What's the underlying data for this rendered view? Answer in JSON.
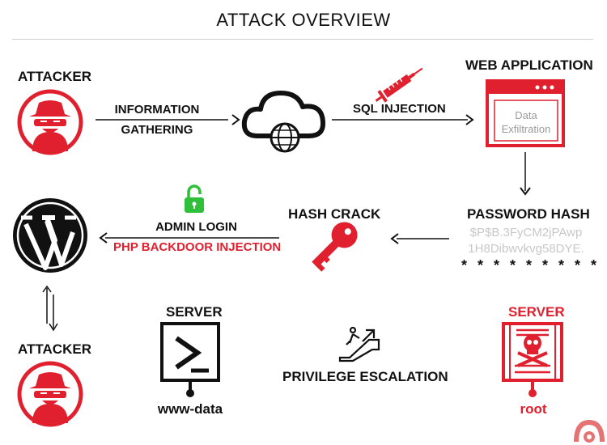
{
  "title": "ATTACK OVERVIEW",
  "nodes": {
    "attacker_top": "ATTACKER",
    "attacker_bottom": "ATTACKER",
    "web_application": "WEB APPLICATION",
    "password_hash": "PASSWORD HASH",
    "hash_crack": "HASH CRACK",
    "server_left": "SERVER",
    "server_right": "SERVER",
    "server_left_user": "www-data",
    "server_right_user": "root"
  },
  "edges": {
    "info_line1": "INFORMATION",
    "info_line2": "GATHERING",
    "sql_injection": "SQL INJECTION",
    "admin_login": "ADMIN LOGIN",
    "php_backdoor": "PHP BACKDOOR INJECTION",
    "privilege_escalation": "PRIVILEGE ESCALATION"
  },
  "webapp_window": {
    "line1": "Data",
    "line2": "Exfiltration"
  },
  "hash": {
    "line1": "$P$B.3FyCM2jPAwp",
    "line2": "1H8Dibwvkvg58DYE.",
    "masked": "* * * * * * * * *"
  },
  "colors": {
    "accent": "#e0202e",
    "unlock": "#2fbf3a",
    "dark": "#111111",
    "muted": "#c8c8c8"
  },
  "icons": [
    "spy-icon",
    "cloud-globe-icon",
    "syringe-icon",
    "browser-window-icon",
    "wordpress-icon",
    "unlock-icon",
    "key-icon",
    "terminal-icon",
    "escalator-icon",
    "skull-server-icon",
    "logo-icon"
  ]
}
